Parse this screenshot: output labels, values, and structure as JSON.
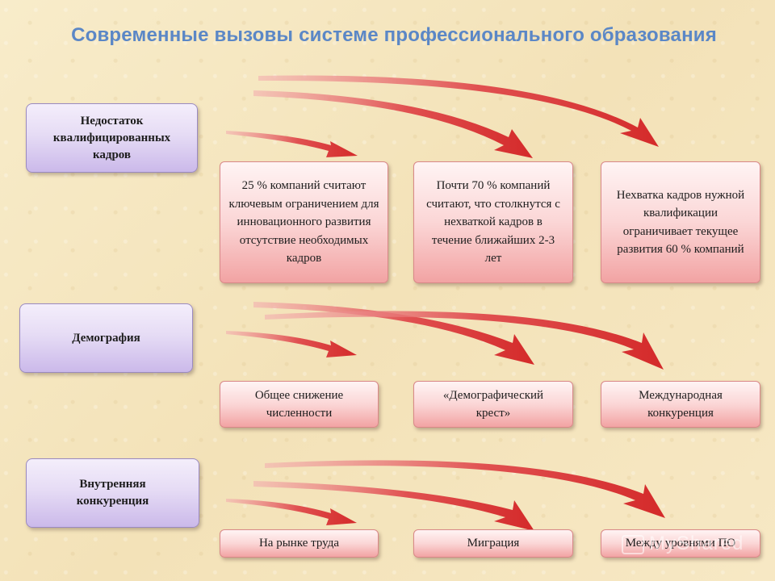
{
  "title": "Современные вызовы системе профессионального образования",
  "categories": [
    {
      "label": "Недостаток квалифицированных кадров"
    },
    {
      "label": "Демография"
    },
    {
      "label": "Внутренняя конкуренция"
    }
  ],
  "rows": [
    {
      "items": [
        "25 % компаний считают ключевым ограничением для инновационного развития  отсутствие необходимых кадров",
        "Почти 70 % компаний считают, что столкнутся с нехваткой кадров в течение ближайших 2-3 лет",
        "Нехватка кадров нужной квалификации ограничивает текущее развития 60 % компаний"
      ]
    },
    {
      "items": [
        "Общее снижение численности",
        "«Демографический крест»",
        "Международная конкуренция"
      ]
    },
    {
      "items": [
        "На рынке труда",
        "Миграция",
        "Между уровнями ПО"
      ]
    }
  ],
  "colors": {
    "title": "#5b87c6",
    "arrow": "#d83535",
    "category_fill": "#e6dcf5",
    "box_fill": "#fbd6d6"
  },
  "watermark": "MyShared"
}
